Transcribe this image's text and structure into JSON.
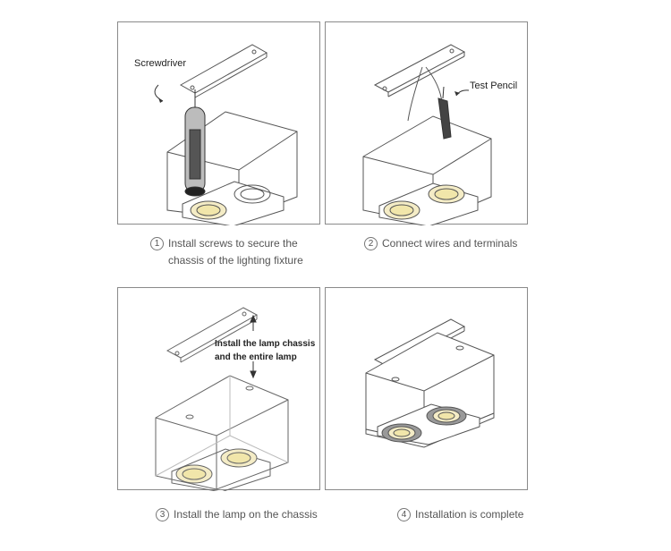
{
  "steps": [
    {
      "number": "1",
      "line1": "Install screws to secure the",
      "line2": "chassis of the lighting fixture",
      "callout": "Screwdriver"
    },
    {
      "number": "2",
      "line1": "Connect wires and terminals",
      "callout": "Test Pencil"
    },
    {
      "number": "3",
      "line1": "Install the lamp on the chassis",
      "callout_line1": "Install the lamp chassis",
      "callout_line2": "and the entire lamp"
    },
    {
      "number": "4",
      "line1": "Installation is complete"
    }
  ]
}
